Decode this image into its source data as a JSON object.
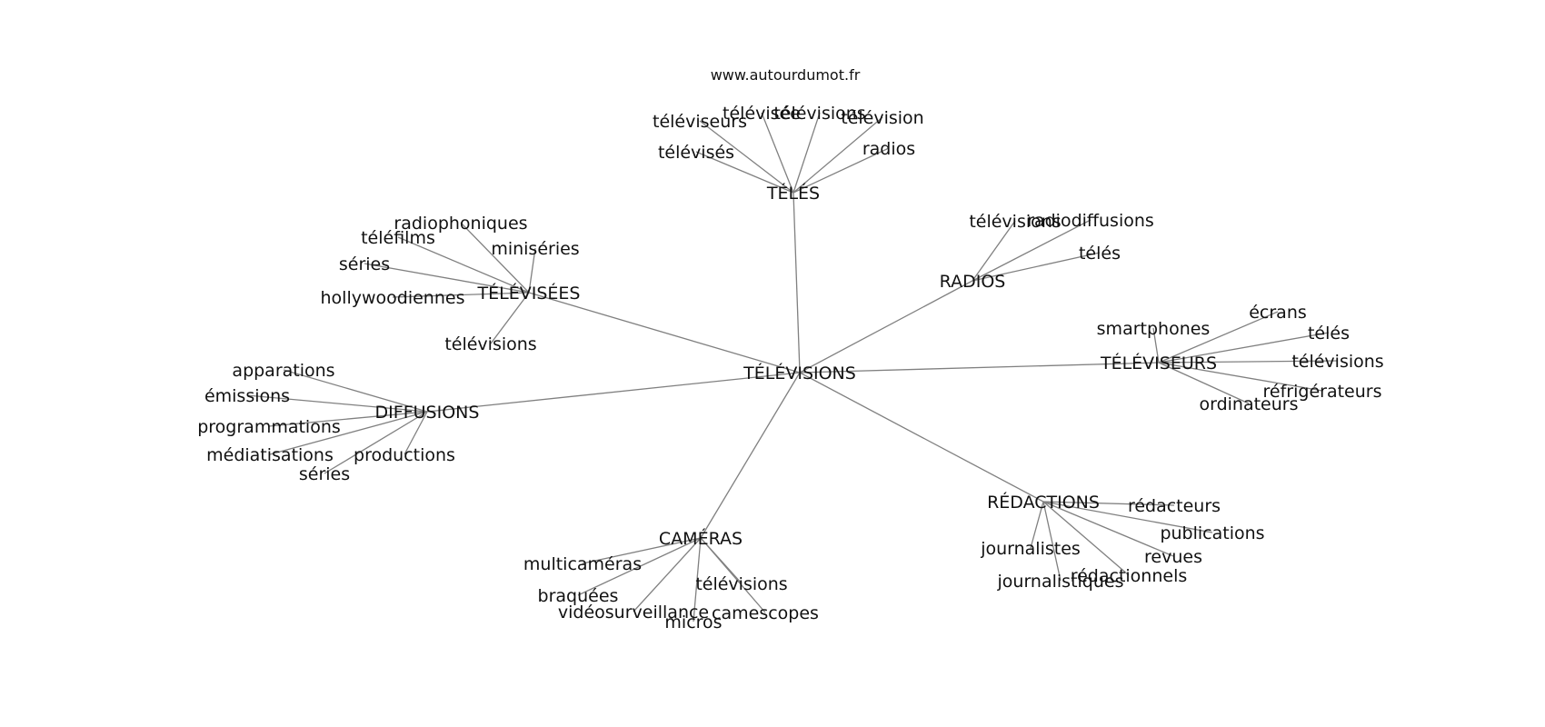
{
  "source": "www.autourdumot.fr",
  "center": "TÉLÉVISIONS",
  "hubs": [
    {
      "key": "teles",
      "label": "TÉLÉS",
      "children": [
        {
          "key": "televiseurs",
          "label": "téléviseurs"
        },
        {
          "key": "televises",
          "label": "télévisés"
        },
        {
          "key": "televisee",
          "label": "télévisée"
        },
        {
          "key": "televisions",
          "label": "télévisions"
        },
        {
          "key": "television",
          "label": "télévision"
        },
        {
          "key": "radios",
          "label": "radios"
        }
      ]
    },
    {
      "key": "radios",
      "label": "RADIOS",
      "children": [
        {
          "key": "televisions",
          "label": "télévisions"
        },
        {
          "key": "radiodiffusions",
          "label": "radiodiffusions"
        },
        {
          "key": "teles",
          "label": "télés"
        }
      ]
    },
    {
      "key": "televiseurs",
      "label": "TÉLÉVISEURS",
      "children": [
        {
          "key": "smartphones",
          "label": "smartphones"
        },
        {
          "key": "ecrans",
          "label": "écrans"
        },
        {
          "key": "teles",
          "label": "télés"
        },
        {
          "key": "televisions",
          "label": "télévisions"
        },
        {
          "key": "refrigerateurs",
          "label": "réfrigérateurs"
        },
        {
          "key": "ordinateurs",
          "label": "ordinateurs"
        }
      ]
    },
    {
      "key": "redactions",
      "label": "RÉDACTIONS",
      "children": [
        {
          "key": "redacteurs",
          "label": "rédacteurs"
        },
        {
          "key": "publications",
          "label": "publications"
        },
        {
          "key": "revues",
          "label": "revues"
        },
        {
          "key": "redactionnels",
          "label": "rédactionnels"
        },
        {
          "key": "journalistiques",
          "label": "journalistiques"
        },
        {
          "key": "journalistes",
          "label": "journalistes"
        }
      ]
    },
    {
      "key": "cameras",
      "label": "CAMÉRAS",
      "children": [
        {
          "key": "multicameras",
          "label": "multicaméras"
        },
        {
          "key": "braquees",
          "label": "braquées"
        },
        {
          "key": "videosurveillance",
          "label": "vidéosurveillance"
        },
        {
          "key": "micros",
          "label": "micros"
        },
        {
          "key": "camescopes",
          "label": "camescopes"
        },
        {
          "key": "televisions",
          "label": "télévisions"
        }
      ]
    },
    {
      "key": "diffusions",
      "label": "DIFFUSIONS",
      "children": [
        {
          "key": "apparations",
          "label": "apparations"
        },
        {
          "key": "emissions",
          "label": "émissions"
        },
        {
          "key": "programmations",
          "label": "programmations"
        },
        {
          "key": "mediatisations",
          "label": "médiatisations"
        },
        {
          "key": "series",
          "label": "séries"
        },
        {
          "key": "productions",
          "label": "productions"
        }
      ]
    },
    {
      "key": "televisees",
      "label": "TÉLÉVISÉES",
      "children": [
        {
          "key": "radiophoniques",
          "label": "radiophoniques"
        },
        {
          "key": "telefilms",
          "label": "téléfilms"
        },
        {
          "key": "series",
          "label": "séries"
        },
        {
          "key": "hollywoodiennes",
          "label": "hollywoodiennes"
        },
        {
          "key": "miniseries",
          "label": "miniséries"
        },
        {
          "key": "televisions",
          "label": "télévisions"
        }
      ]
    }
  ]
}
